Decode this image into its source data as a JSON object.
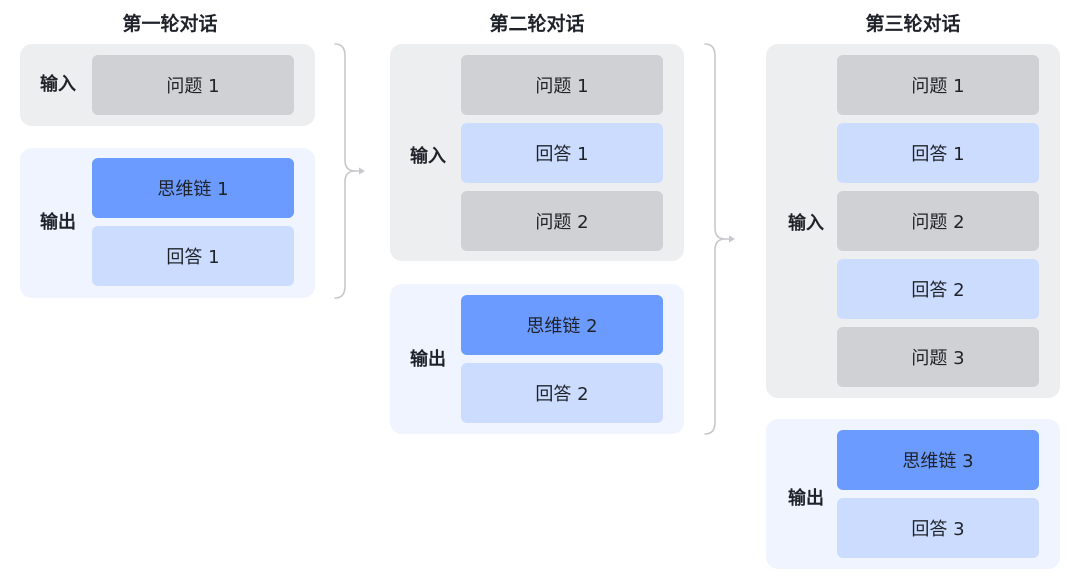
{
  "rounds": [
    {
      "title": "第一轮对话",
      "input_label": "输入",
      "output_label": "输出",
      "input_items": [
        {
          "text": "问题 1",
          "kind": "question"
        }
      ],
      "output_items": [
        {
          "text": "思维链 1",
          "kind": "chain-of-thought"
        },
        {
          "text": "回答 1",
          "kind": "answer"
        }
      ]
    },
    {
      "title": "第二轮对话",
      "input_label": "输入",
      "output_label": "输出",
      "input_items": [
        {
          "text": "问题 1",
          "kind": "question"
        },
        {
          "text": "回答 1",
          "kind": "answer"
        },
        {
          "text": "问题 2",
          "kind": "question"
        }
      ],
      "output_items": [
        {
          "text": "思维链 2",
          "kind": "chain-of-thought"
        },
        {
          "text": "回答 2",
          "kind": "answer"
        }
      ]
    },
    {
      "title": "第三轮对话",
      "input_label": "输入",
      "output_label": "输出",
      "input_items": [
        {
          "text": "问题 1",
          "kind": "question"
        },
        {
          "text": "回答 1",
          "kind": "answer"
        },
        {
          "text": "问题 2",
          "kind": "question"
        },
        {
          "text": "回答 2",
          "kind": "answer"
        },
        {
          "text": "问题 3",
          "kind": "question"
        }
      ],
      "output_items": [
        {
          "text": "思维链 3",
          "kind": "chain-of-thought"
        },
        {
          "text": "回答 3",
          "kind": "answer"
        }
      ]
    }
  ],
  "colors": {
    "input_panel": "#edeef0",
    "output_panel": "#eff4fe",
    "question_box": "#cfd1d4",
    "answer_box": "#ccdcff",
    "chain_of_thought_box": "#6b9bff",
    "bracket": "#c6c8cc"
  }
}
